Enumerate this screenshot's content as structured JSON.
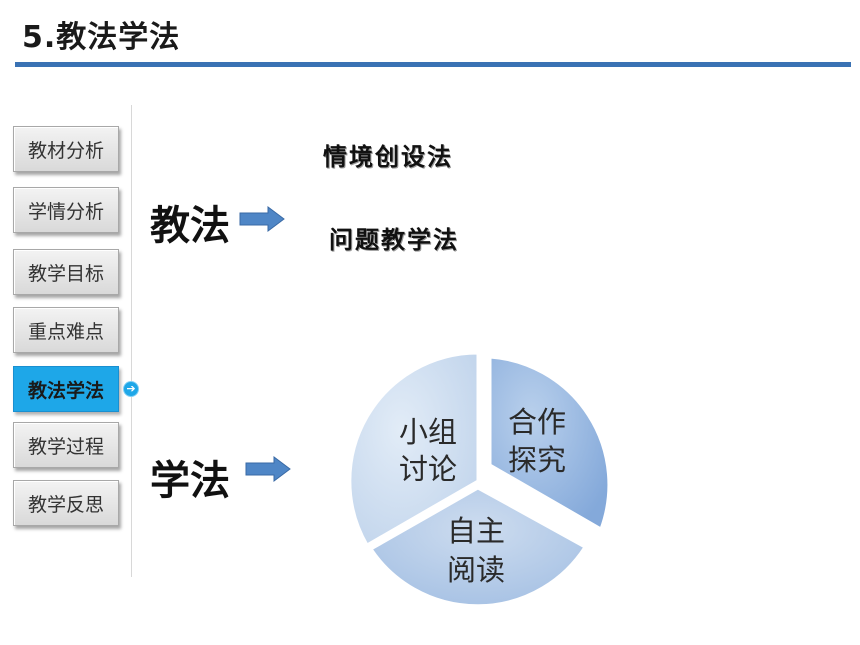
{
  "page_title": "5.教法学法",
  "nav": {
    "items": [
      {
        "label": "教材分析"
      },
      {
        "label": "学情分析"
      },
      {
        "label": "教学目标"
      },
      {
        "label": "重点难点"
      },
      {
        "label": "教法学法"
      },
      {
        "label": "教学过程"
      },
      {
        "label": "教学反思"
      }
    ],
    "active_index": 4,
    "active_color": "#1ea7e8"
  },
  "teaching": {
    "label": "教法",
    "methods": [
      "情境创设法",
      "问题教学法"
    ]
  },
  "learning": {
    "label": "学法",
    "pie": {
      "slices": [
        {
          "line1": "小组",
          "line2": "讨论",
          "color": "#d2e0f0"
        },
        {
          "line1": "合作",
          "line2": "探究",
          "color": "#93b5e0"
        },
        {
          "line1": "自主",
          "line2": "阅读",
          "color": "#b6cde9"
        }
      ]
    }
  },
  "colors": {
    "title_rule": "#3a72b4",
    "arrow": "#4f86c6"
  }
}
